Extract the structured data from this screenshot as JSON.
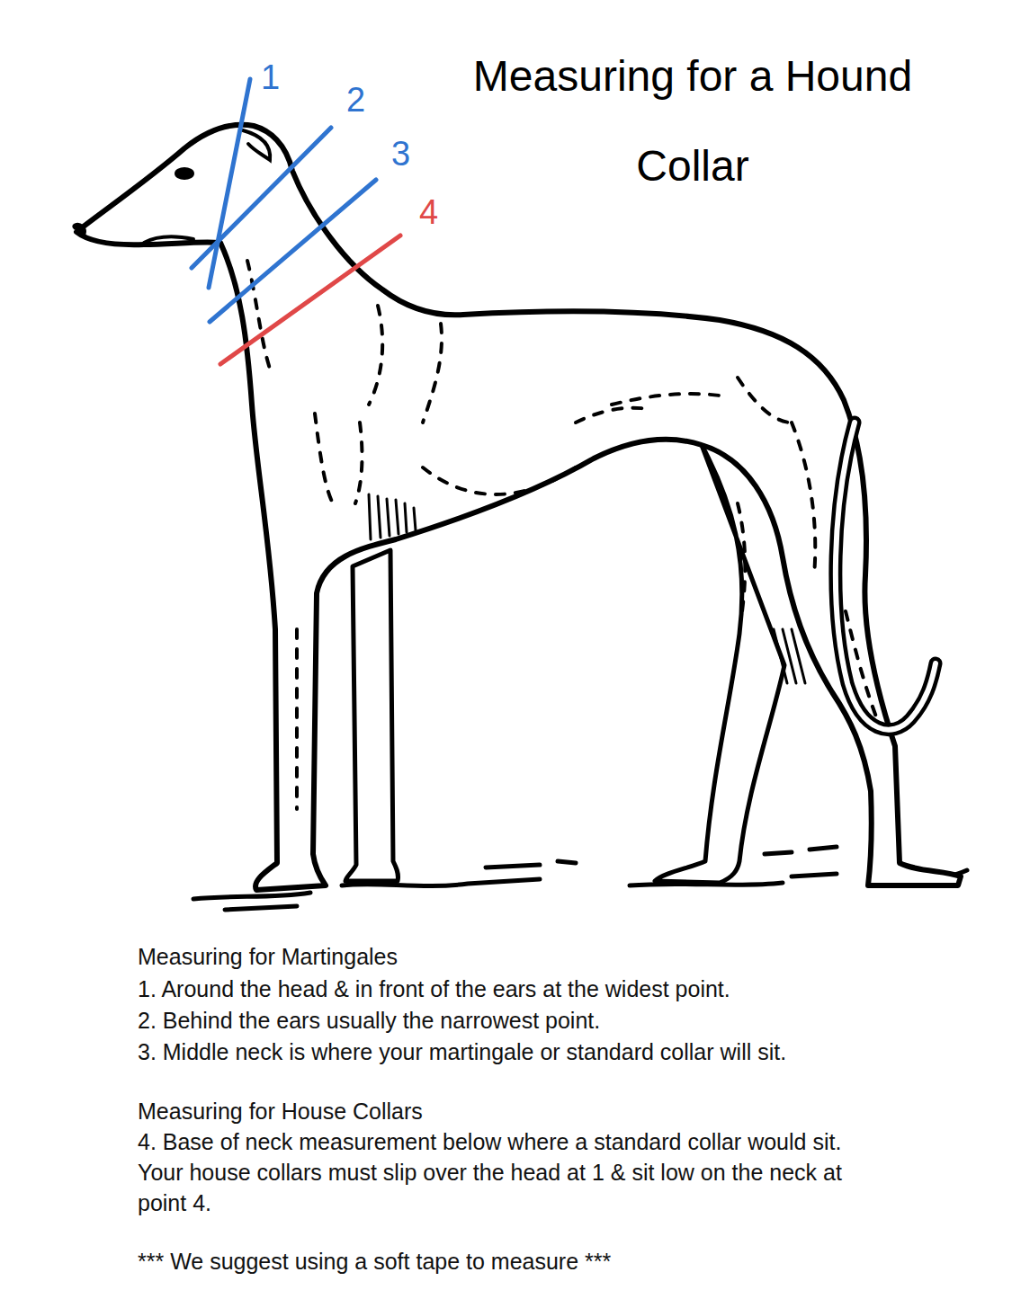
{
  "diagram": {
    "title": "Measuring for a Hound Collar",
    "labels": [
      "1",
      "2",
      "3",
      "4",
      "Measuring for Martingales",
      "1. Around the head & in front of the ears at the widest point.",
      "2. Behind the ears usually the narrowest point.",
      "3. Middle neck is where your martingale or standard collar will sit.",
      "Measuring for House Collars",
      "4. Base of neck measurement below where a standard collar would sit. Your house collars must slip over the head at 1 & sit low on the neck at point 4.",
      "*** We suggest using a soft tape to measure ***"
    ]
  }
}
